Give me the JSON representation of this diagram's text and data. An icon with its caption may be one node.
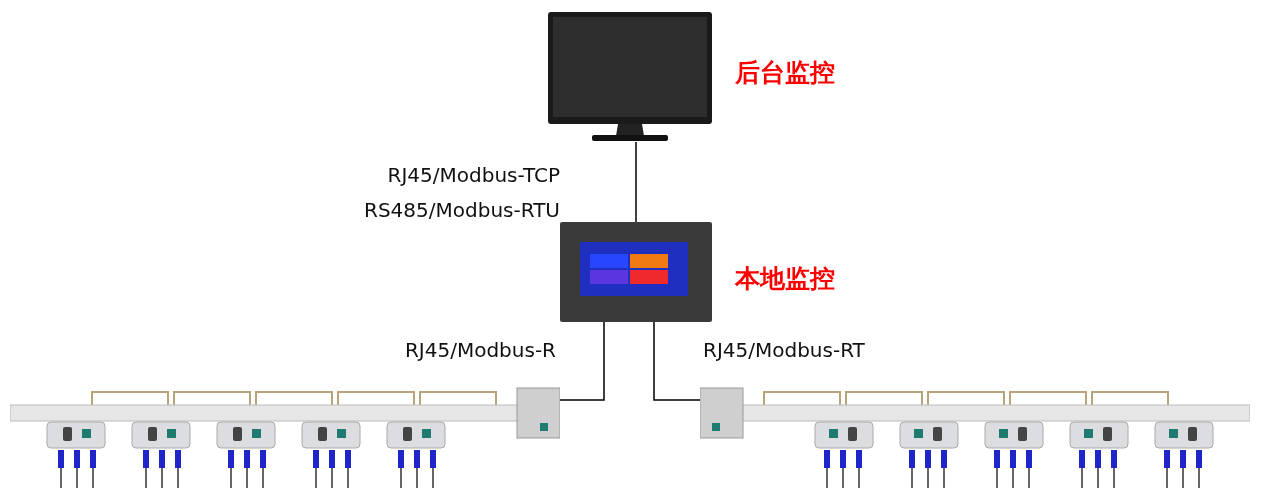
{
  "diagram": {
    "nodes": [
      {
        "text": [],
        "shape": "picture",
        "beside": [
          "后台监控"
        ]
      },
      {
        "text": [],
        "shape": "picture",
        "beside": [
          "本地监控"
        ]
      },
      {
        "text": [],
        "shape": "picture"
      },
      {
        "text": [],
        "shape": "picture"
      }
    ],
    "edges": [
      {
        "from": 0,
        "to": 1,
        "arrow": "none"
      },
      {
        "from": 1,
        "to": 2,
        "arrow": "none"
      },
      {
        "from": 1,
        "to": 3,
        "arrow": "none"
      }
    ],
    "labels": [
      "RJ45/Modbus-TCP",
      "RS485/Modbus-RTU",
      "RJ45/Modbus-R",
      "RJ45/Modbus-RT"
    ]
  }
}
